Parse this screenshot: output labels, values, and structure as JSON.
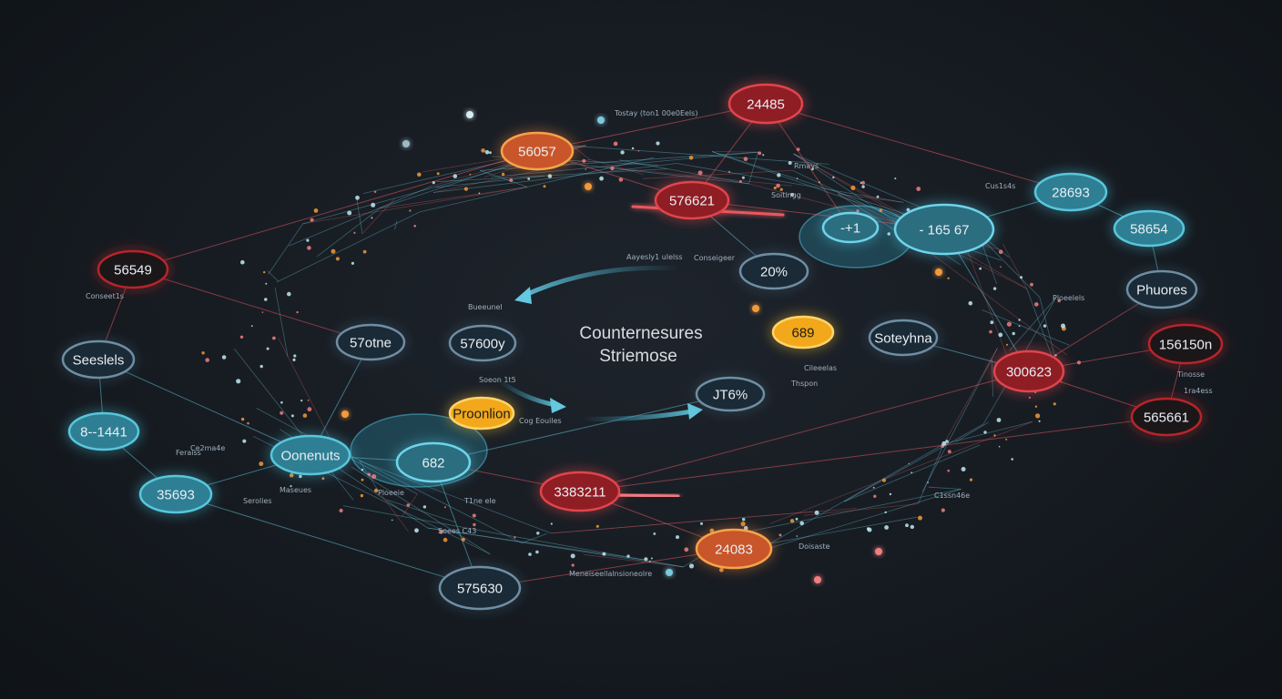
{
  "center": {
    "line1": "Counternesures",
    "line2": "Striemose"
  },
  "colors": {
    "teal": "#2e7f93",
    "teal_stroke": "#59c6dc",
    "navy": "#1a2a36",
    "navy_stroke": "#6f8ea3",
    "red": "#8f1d24",
    "red_stroke": "#e0454c",
    "orange": "#c8562a",
    "orange_stroke": "#f6a34a",
    "yellow": "#f2a81a",
    "yellow_stroke": "#ffd46a"
  },
  "nodes": [
    {
      "id": "n01",
      "label": "24485",
      "style": "red"
    },
    {
      "id": "n02",
      "label": "56057",
      "style": "orange"
    },
    {
      "id": "n03",
      "label": "576621",
      "style": "red"
    },
    {
      "id": "n04",
      "label": "28693",
      "style": "teal"
    },
    {
      "id": "n05",
      "label": "- 165   67",
      "style": "tealglow"
    },
    {
      "id": "n06",
      "label": "58654",
      "style": "teal"
    },
    {
      "id": "n07",
      "label": "Phuores",
      "style": "navy"
    },
    {
      "id": "n08",
      "label": "156150n",
      "style": "darkred"
    },
    {
      "id": "n09",
      "label": "300623",
      "style": "red"
    },
    {
      "id": "n10",
      "label": "565661",
      "style": "darkred"
    },
    {
      "id": "n11",
      "label": "20%",
      "style": "navy"
    },
    {
      "id": "n12",
      "label": "Soteyhna",
      "style": "navy"
    },
    {
      "id": "n13",
      "label": "689",
      "style": "yellow"
    },
    {
      "id": "n14",
      "label": "JT6%",
      "style": "navy"
    },
    {
      "id": "n15",
      "label": "56549",
      "style": "darkred"
    },
    {
      "id": "n16",
      "label": "Seeslels",
      "style": "navy"
    },
    {
      "id": "n17",
      "label": "8--1441",
      "style": "teal"
    },
    {
      "id": "n18",
      "label": "35693",
      "style": "teal"
    },
    {
      "id": "n19",
      "label": "Oonenuts",
      "style": "teal"
    },
    {
      "id": "n20",
      "label": "682",
      "style": "tealglow"
    },
    {
      "id": "n21",
      "label": "Proonlion",
      "style": "yellow"
    },
    {
      "id": "n22",
      "label": "57otne",
      "style": "navy"
    },
    {
      "id": "n23",
      "label": "57600y",
      "style": "navy"
    },
    {
      "id": "n24",
      "label": "3383211",
      "style": "red"
    },
    {
      "id": "n25",
      "label": "24083",
      "style": "orange"
    },
    {
      "id": "n26",
      "label": "575630",
      "style": "navy"
    },
    {
      "id": "n27",
      "label": "-+1",
      "style": "tealglow"
    }
  ],
  "annotations": [
    {
      "id": "a01",
      "text": "Tostay (ton1 00e0Eels)"
    },
    {
      "id": "a02",
      "text": "Rmays"
    },
    {
      "id": "a03",
      "text": "Soitingg"
    },
    {
      "id": "a04",
      "text": "Cus1s4s"
    },
    {
      "id": "a05",
      "text": "Conseet1s"
    },
    {
      "id": "a06",
      "text": "Aayesly1 ulelss"
    },
    {
      "id": "a07",
      "text": "Conseigeer"
    },
    {
      "id": "a08",
      "text": "Ploeelels"
    },
    {
      "id": "a09",
      "text": "Bueeunel"
    },
    {
      "id": "a10",
      "text": "Tinosse"
    },
    {
      "id": "a11",
      "text": "Cileeelas"
    },
    {
      "id": "a12",
      "text": "1ra4ess"
    },
    {
      "id": "a13",
      "text": "Soeon 1t5"
    },
    {
      "id": "a14",
      "text": "Cog Eouiles"
    },
    {
      "id": "a15",
      "text": "Ce2ma4e"
    },
    {
      "id": "a16",
      "text": "Thspon"
    },
    {
      "id": "a17",
      "text": "Maseues"
    },
    {
      "id": "a18",
      "text": "Ploeeie"
    },
    {
      "id": "a19",
      "text": "T1ne ele"
    },
    {
      "id": "a20",
      "text": "Soees C43"
    },
    {
      "id": "a21",
      "text": "Meneiseellalnsioneolre"
    },
    {
      "id": "a22",
      "text": "Doisaste"
    },
    {
      "id": "a23",
      "text": "Serolies"
    },
    {
      "id": "a24",
      "text": "Feraiss"
    },
    {
      "id": "a25",
      "text": "C1ssn46e"
    }
  ]
}
